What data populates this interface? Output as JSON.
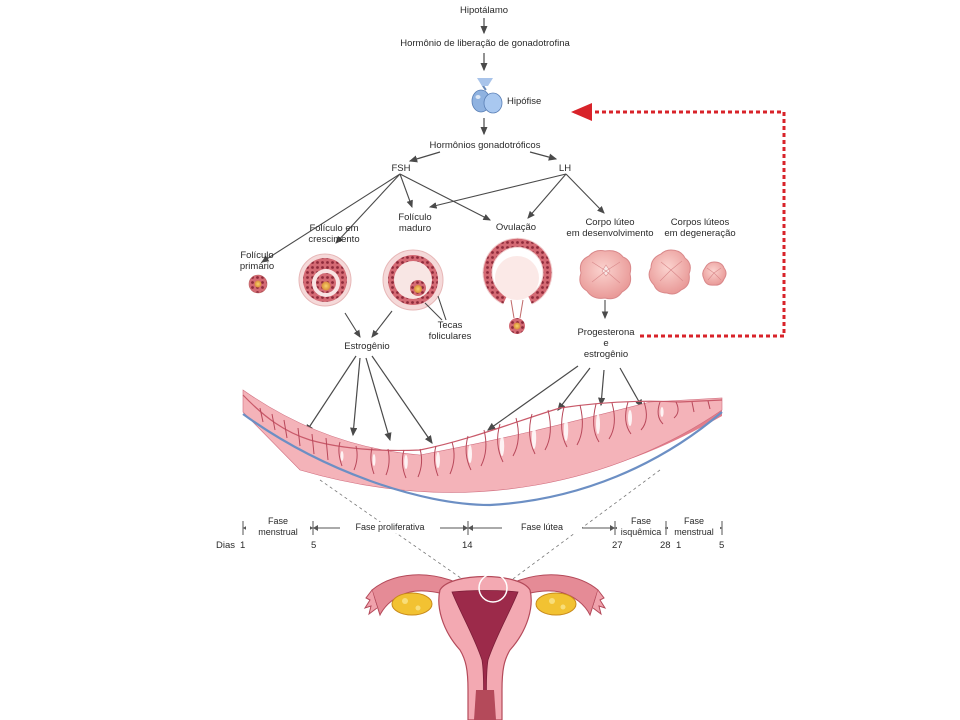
{
  "hypothalamus": "Hipotálamo",
  "gnrh": "Hormônio de liberação de gonadotrofina",
  "pituitary": "Hipófise",
  "gonadotropic": "Hormônios gonadotróficos",
  "fsh": "FSH",
  "lh": "LH",
  "follicles": {
    "primary": [
      "Folículo",
      "primário"
    ],
    "growing": [
      "Folículo em",
      "crescimento"
    ],
    "mature": [
      "Folículo",
      "maduro"
    ],
    "ovulation": "Ovulação",
    "corpus_dev": [
      "Corpo lúteo",
      "em desenvolvimento"
    ],
    "corpus_deg": [
      "Corpos lúteos",
      "em degeneração"
    ]
  },
  "thecae": [
    "Tecas",
    "foliculares"
  ],
  "estrogen": "Estrogênio",
  "progesterone": [
    "Progesterona",
    "e",
    "estrogênio"
  ],
  "phases": {
    "menstrual": [
      "Fase",
      "menstrual"
    ],
    "proliferative": "Fase proliferativa",
    "luteal": "Fase lútea",
    "ischemic": [
      "Fase",
      "isquêmica"
    ],
    "menstrual2": [
      "Fase",
      "menstrual"
    ]
  },
  "days_label": "Dias",
  "days": [
    "1",
    "5",
    "14",
    "27",
    "28",
    "1",
    "5"
  ],
  "colors": {
    "arrow": "#4a4a4a",
    "feedback": "#d8232a",
    "tissue": "#f2a6ad",
    "tissue_dark": "#c95a6a",
    "pituitary": "#8fb2e0"
  }
}
